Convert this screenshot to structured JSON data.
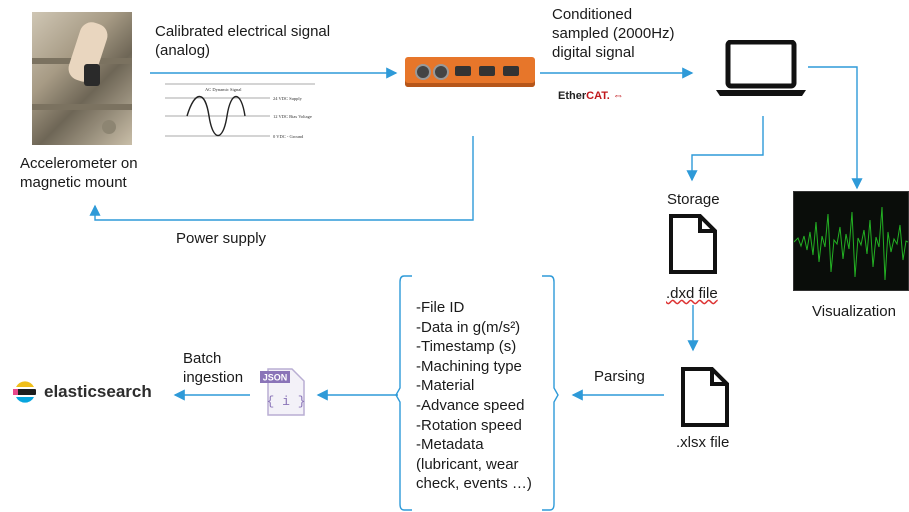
{
  "labels": {
    "analog_signal": "Calibrated electrical signal\n(analog)",
    "digital_signal": "Conditioned\nsampled (2000Hz)\ndigital signal",
    "accelerometer": "Accelerometer on\nmagnetic mount",
    "power_supply": "Power supply",
    "storage": "Storage",
    "dxd_file": ".dxd file",
    "visualization": "Visualization",
    "parsing": "Parsing",
    "xlsx_file": ".xlsx file",
    "batch_ingestion": "Batch\ningestion",
    "elasticsearch": "elasticsearch",
    "ethercat_main": "Ether",
    "ethercat_accent": "CAT.",
    "json_badge": "JSON",
    "json_symbol": "{ i }"
  },
  "signal_plot": {
    "dynamic": "AC Dynamic Signal",
    "supply": "24 VDC Supply",
    "bias": "12 VDC Bias Voltage",
    "ground": "0 VDC - Ground"
  },
  "fields": [
    "-File ID",
    "-Data in g(m/s²)",
    "-Timestamp (s)",
    "-Machining type",
    "-Material",
    "-Advance speed",
    "-Rotation speed",
    "-Metadata",
    "(lubricant, wear",
    "check, events …)"
  ],
  "colors": {
    "arrow": "#2e9ad8",
    "daq_orange": "#e7762a",
    "scope_trace": "#23b023",
    "json_purple": "#8a74b8"
  }
}
